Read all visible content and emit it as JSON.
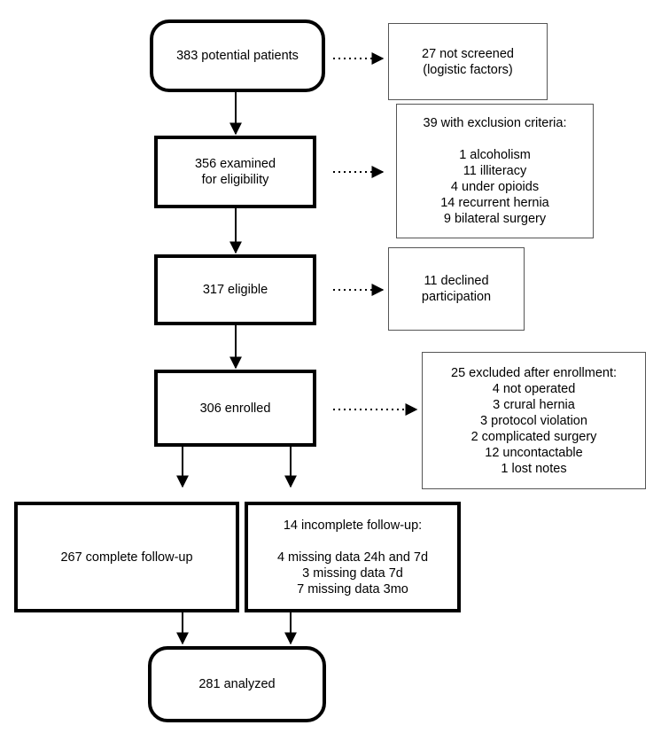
{
  "flow": {
    "potential": "383 potential patients",
    "examined": [
      "356 examined",
      "for eligibility"
    ],
    "eligible": "317 eligible",
    "enrolled": "306 enrolled",
    "complete": "267 complete follow-up",
    "incomplete": {
      "title": "14 incomplete follow-up:",
      "items": [
        "4 missing data 24h and 7d",
        "3 missing data 7d",
        "7 missing data 3mo"
      ]
    },
    "analyzed": "281 analyzed"
  },
  "exclusions": {
    "not_screened": [
      "27 not screened",
      "(logistic factors)"
    ],
    "criteria": {
      "title": "39 with exclusion criteria:",
      "items": [
        "1 alcoholism",
        "11 illiteracy",
        "4 under opioids",
        "14 recurrent hernia",
        "9 bilateral surgery"
      ]
    },
    "declined": [
      "11 declined",
      "participation"
    ],
    "after_enrollment": {
      "title": "25 excluded after enrollment:",
      "items": [
        "4 not operated",
        "3 crural hernia",
        "3 protocol violation",
        "2 complicated surgery",
        "12 uncontactable",
        "1 lost notes"
      ]
    }
  }
}
